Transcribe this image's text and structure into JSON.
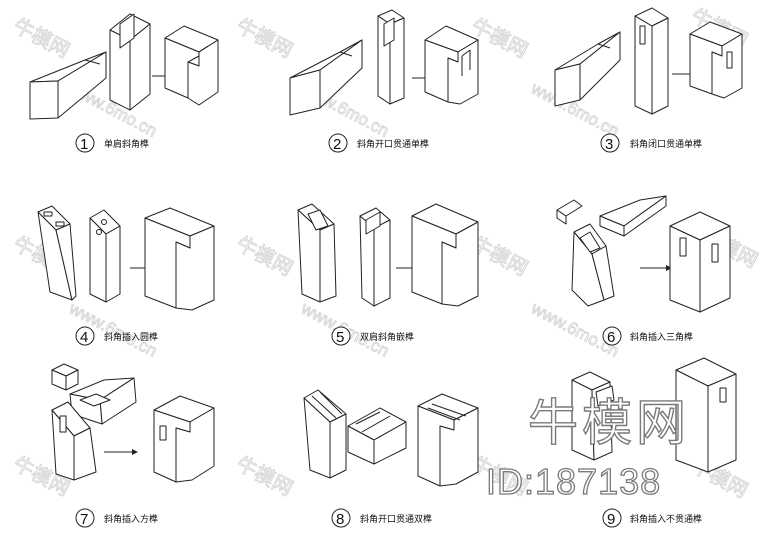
{
  "diagrams": [
    {
      "number": "1",
      "label": "单肩斜角榫"
    },
    {
      "number": "2",
      "label": "斜角开口贯通单榫"
    },
    {
      "number": "3",
      "label": "斜角闭口贯通单榫"
    },
    {
      "number": "4",
      "label": "斜角插入圆榫"
    },
    {
      "number": "5",
      "label": "双肩斜角嵌榫"
    },
    {
      "number": "6",
      "label": "斜角插入三角榫"
    },
    {
      "number": "7",
      "label": "斜角插入方榫"
    },
    {
      "number": "8",
      "label": "斜角开口贯通双榫"
    },
    {
      "number": "9",
      "label": "斜角插入不贯通榫"
    }
  ],
  "watermark": {
    "brand": "牛模网",
    "id_text": "ID:187138",
    "url": "www.6mo.cn"
  }
}
